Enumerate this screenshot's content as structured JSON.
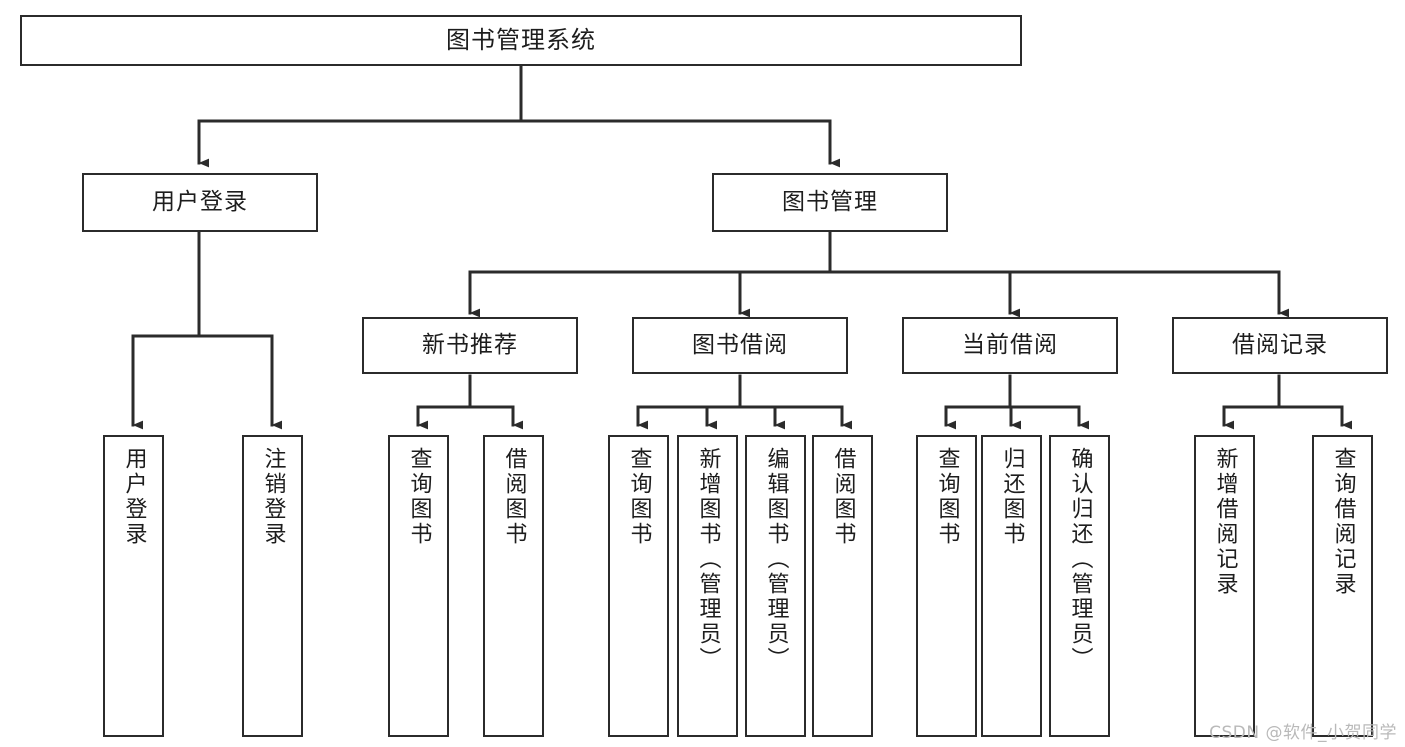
{
  "diagram": {
    "title": "图书管理系统",
    "type": "tree-hierarchy-chart",
    "watermark": "CSDN @软件_小贺同学",
    "colors": {
      "box_border": "#2b2b2b",
      "box_fill": "#ffffff",
      "edge": "#2b2b2b",
      "text": "#1d1d1d",
      "watermark": "#b9b9b9",
      "background": "#ffffff"
    },
    "nodes": {
      "root": {
        "label": "图书管理系统"
      },
      "level2": [
        {
          "label": "用户登录"
        },
        {
          "label": "图书管理"
        }
      ],
      "level3": [
        {
          "label": "新书推荐"
        },
        {
          "label": "图书借阅"
        },
        {
          "label": "当前借阅"
        },
        {
          "label": "借阅记录"
        }
      ],
      "leaves_user_login": [
        {
          "label": "用户登录"
        },
        {
          "label": "注销登录"
        }
      ],
      "leaves_new_book": [
        {
          "label": "查询图书"
        },
        {
          "label": "借阅图书"
        }
      ],
      "leaves_borrow": [
        {
          "label": "查询图书"
        },
        {
          "label": "新增图书（管理员）"
        },
        {
          "label": "编辑图书（管理员）"
        },
        {
          "label": "借阅图书"
        }
      ],
      "leaves_current": [
        {
          "label": "查询图书"
        },
        {
          "label": "归还图书"
        },
        {
          "label": "确认归还（管理员）"
        }
      ],
      "leaves_record": [
        {
          "label": "新增借阅记录"
        },
        {
          "label": "查询借阅记录"
        }
      ]
    }
  }
}
